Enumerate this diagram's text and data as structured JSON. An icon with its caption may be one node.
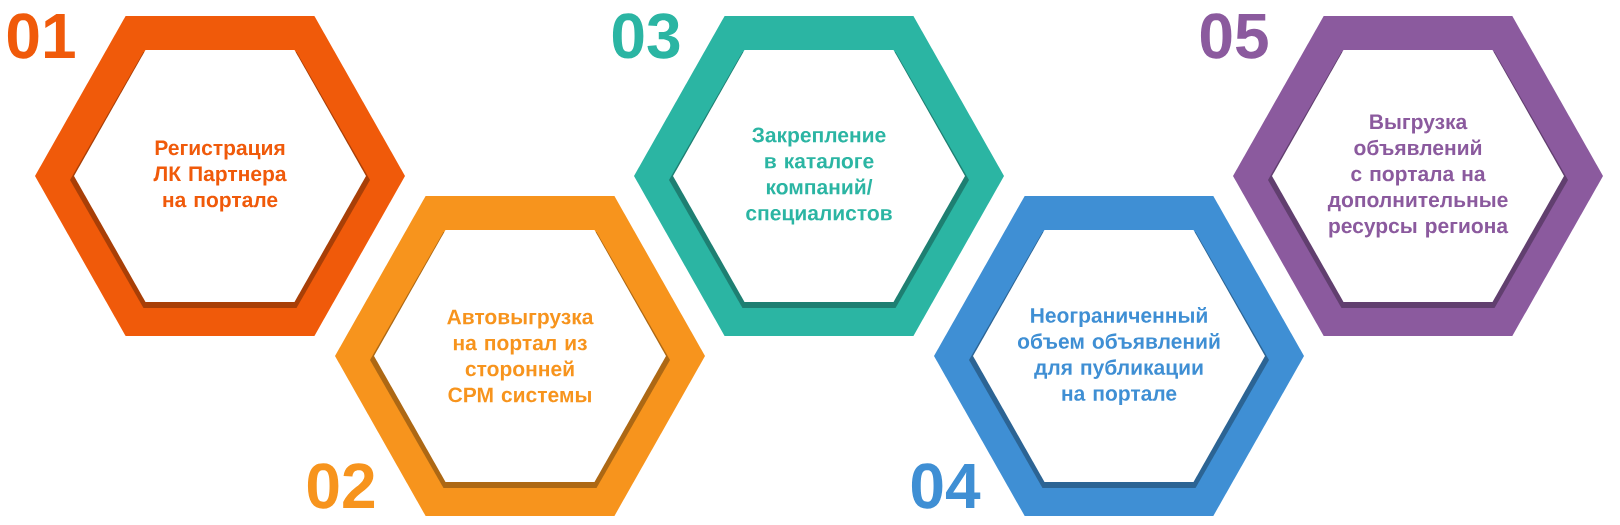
{
  "diagram": {
    "nodes": [
      {
        "text": [
          "Регистрация ЛК Партнера на портале"
        ],
        "beside": [
          "01"
        ]
      },
      {
        "text": [
          "Автовыгрузка на портал из сторонней СРМ системы"
        ],
        "beside": [
          "02"
        ]
      },
      {
        "text": [
          "Закрепление в каталоге компаний/ специалистов"
        ],
        "beside": [
          "03"
        ]
      },
      {
        "text": [
          "Неограниченный объем объявлений для публикации на портале"
        ],
        "beside": [
          "04"
        ]
      },
      {
        "text": [
          "Выгрузка объявлений с портала на дополнительные ресурсы региона"
        ],
        "beside": [
          "05"
        ]
      }
    ]
  }
}
